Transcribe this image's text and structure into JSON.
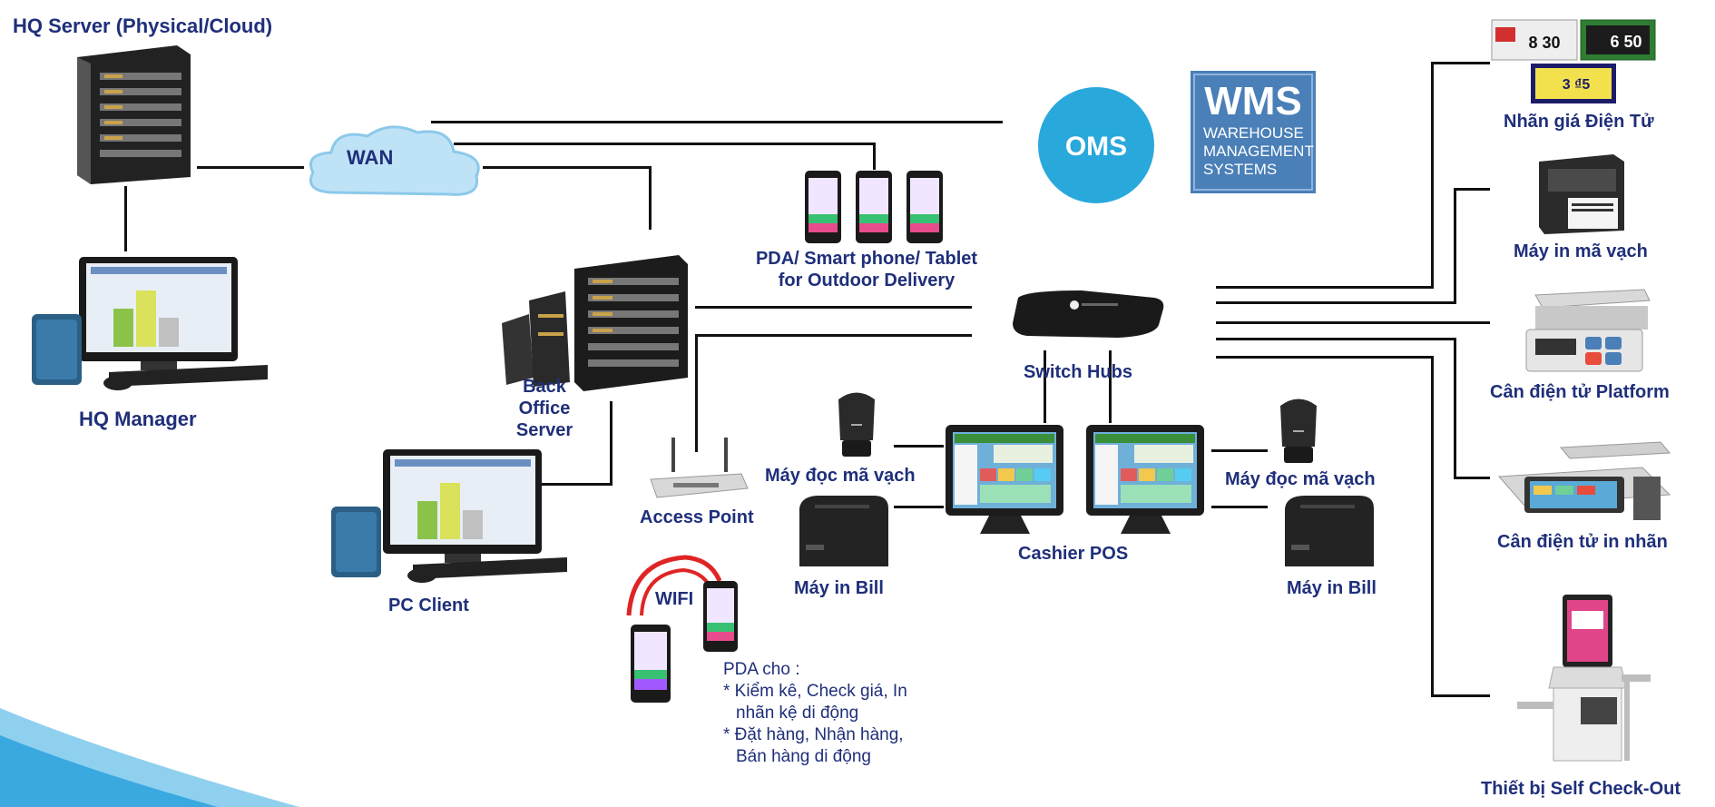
{
  "hq_server": {
    "label": "HQ Server (Physical/Cloud)"
  },
  "wan": {
    "label": "WAN"
  },
  "hq_manager": {
    "label": "HQ Manager"
  },
  "back_office": {
    "line1": "Back",
    "line2": "Office",
    "line3": "Server"
  },
  "pc_client": {
    "label": "PC Client"
  },
  "access_point": {
    "label": "Access Point"
  },
  "pda_phones": {
    "line1": "PDA/ Smart phone/ Tablet",
    "line2": "for Outdoor Delivery"
  },
  "oms": {
    "label": "OMS",
    "color": "#29a8dc"
  },
  "wms": {
    "line1": "WMS",
    "line2": "WAREHOUSE",
    "line3": "MANAGEMENT",
    "line4": "SYSTEMS",
    "color": "#4a7fb8"
  },
  "switch": {
    "label": "Switch Hubs"
  },
  "scanner_left": {
    "label": "Máy đọc mã vạch"
  },
  "scanner_right": {
    "label": "Máy đọc mã vạch"
  },
  "printer_left": {
    "label": "Máy in Bill"
  },
  "printer_right": {
    "label": "Máy in Bill"
  },
  "pos": {
    "label": "Cashier POS"
  },
  "wifi": {
    "label": "WIFI"
  },
  "pda_notes": {
    "title": "PDA cho :",
    "item1_line1": "* Kiểm kê, Check giá, In",
    "item1_line2": "nhãn kệ di động",
    "item2_line1": "* Đặt hàng, Nhận hàng,",
    "item2_line2": "Bán hàng di động"
  },
  "right_devices": {
    "esl": {
      "label": "Nhãn giá Điện Tử",
      "price1": "8 30",
      "price2": "6 50",
      "price3": "3 ₫5"
    },
    "barcode_printer": {
      "label": "Máy in mã vạch"
    },
    "platform_scale": {
      "label": "Cân điện tử Platform"
    },
    "label_scale": {
      "label": "Cân điện tử in nhãn"
    },
    "self_checkout": {
      "label": "Thiết bị Self Check-Out"
    }
  }
}
